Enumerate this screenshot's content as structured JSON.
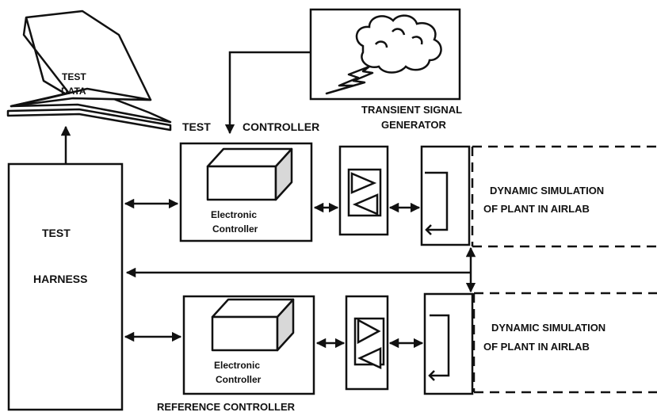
{
  "labels": {
    "test_data_line1": "TEST",
    "test_data_line2": "DATA",
    "test_harness_line1": "TEST",
    "test_harness_line2": "HARNESS",
    "test_controller_word1": "TEST",
    "test_controller_word2": "CONTROLLER",
    "signal_generator_line1": "TRANSIENT SIGNAL",
    "signal_generator_line2": "GENERATOR",
    "controller_top_line1": "Electronic",
    "controller_top_line2": "Controller",
    "controller_bottom_line1": "Electronic",
    "controller_bottom_line2": "Controller",
    "sim_top_line1": "DYNAMIC SIMULATION",
    "sim_top_line2": "OF PLANT IN AIRLAB",
    "sim_bottom_line1": "DYNAMIC SIMULATION",
    "sim_bottom_line2": "OF PLANT IN AIRLAB",
    "reference_controller": "REFERENCE CONTROLLER"
  },
  "colors": {
    "ink": "#111111",
    "paper": "#ffffff"
  }
}
